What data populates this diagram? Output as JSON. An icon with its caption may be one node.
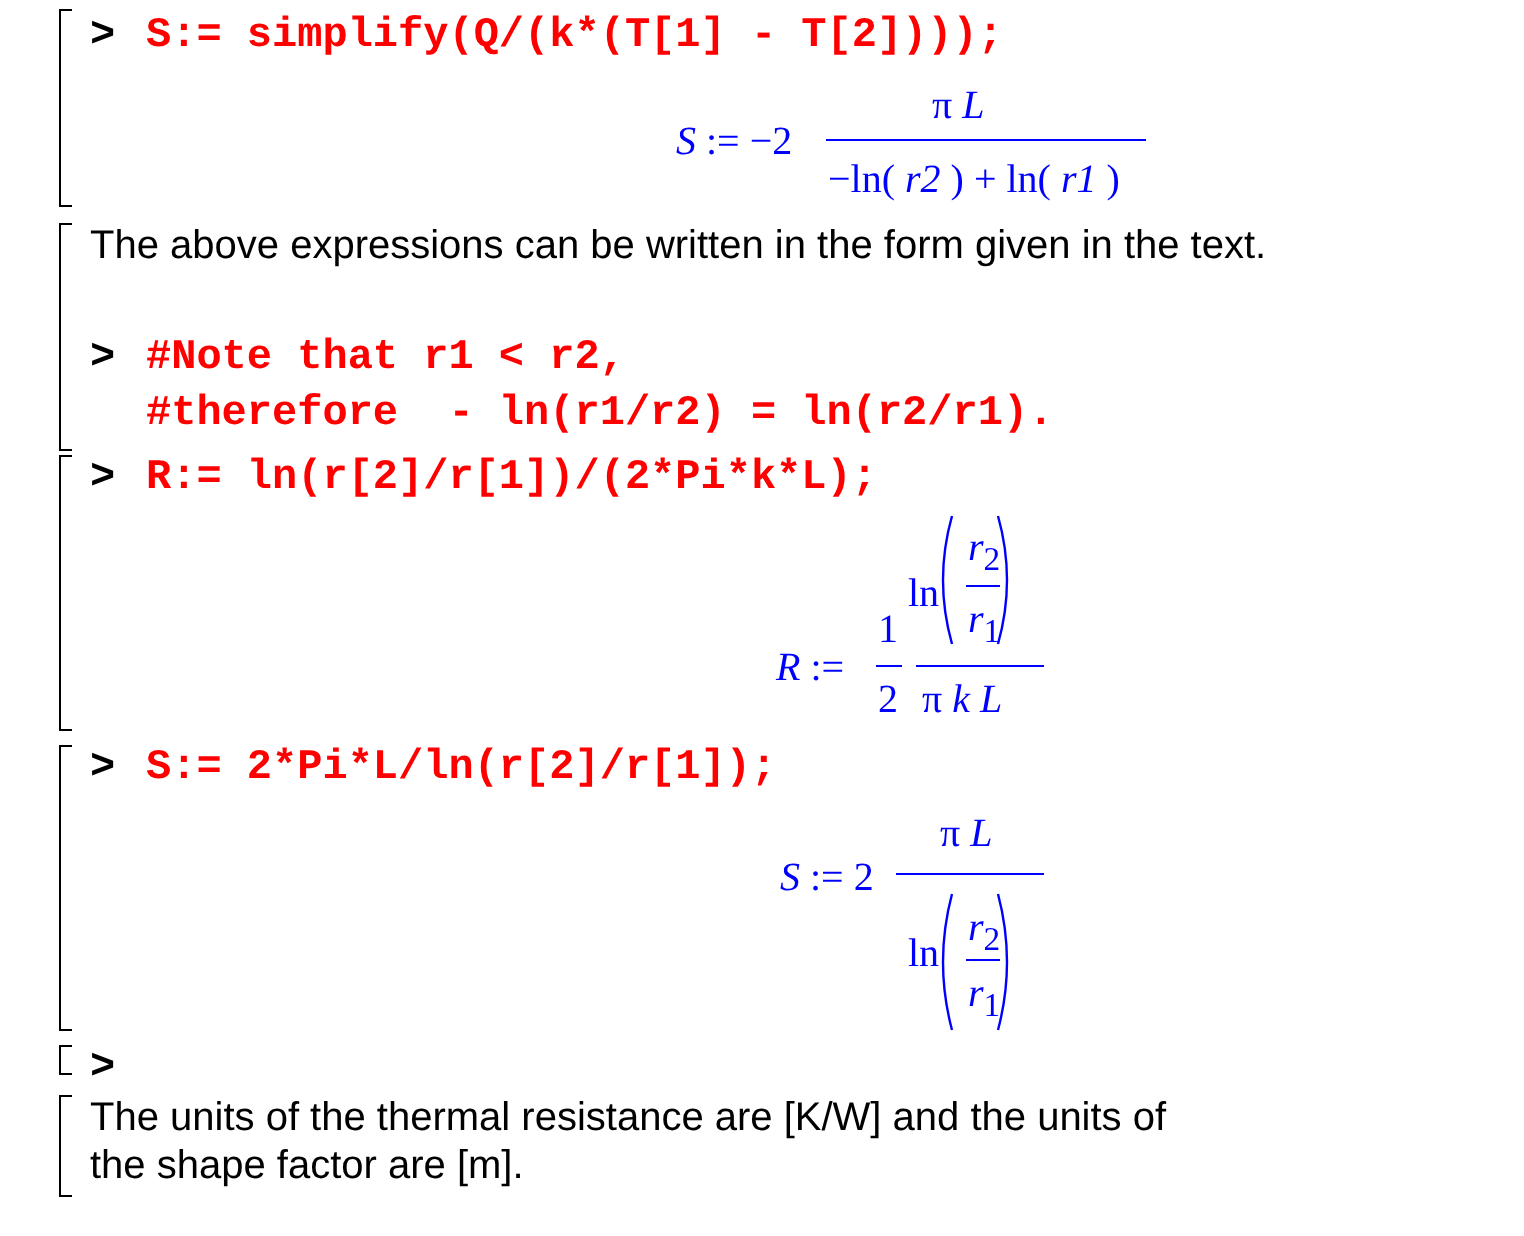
{
  "diagram": {
    "labels": [
      ">",
      "S:= simplify(Q/(k*(T[1] - T[2])));",
      "*S* := −2",
      "π *L*",
      "−ln( *r2* ) + ln( *r1* )",
      "The above expressions can be written in the form given in the text.",
      ">",
      "#Note that r1 < r2,",
      "#therefore  - ln(r1/r2) = ln(r2/r1).",
      ">",
      "R:= ln(r[2]/r[1])/(2*Pi*k*L);",
      "ln",
      "*r*$_{2}$",
      "*r*$_{1}$",
      "*R* :=",
      "1",
      "2",
      "π *k* *L*",
      ">",
      "S:= 2*Pi*L/ln(r[2]/r[1]);",
      "π *L*",
      "*S* := 2",
      "ln",
      "*r*$_{2}$",
      "*r*$_{1}$",
      ">",
      "The units of the thermal resistance are [K/W] and the units of the shape factor are [m]."
    ]
  }
}
